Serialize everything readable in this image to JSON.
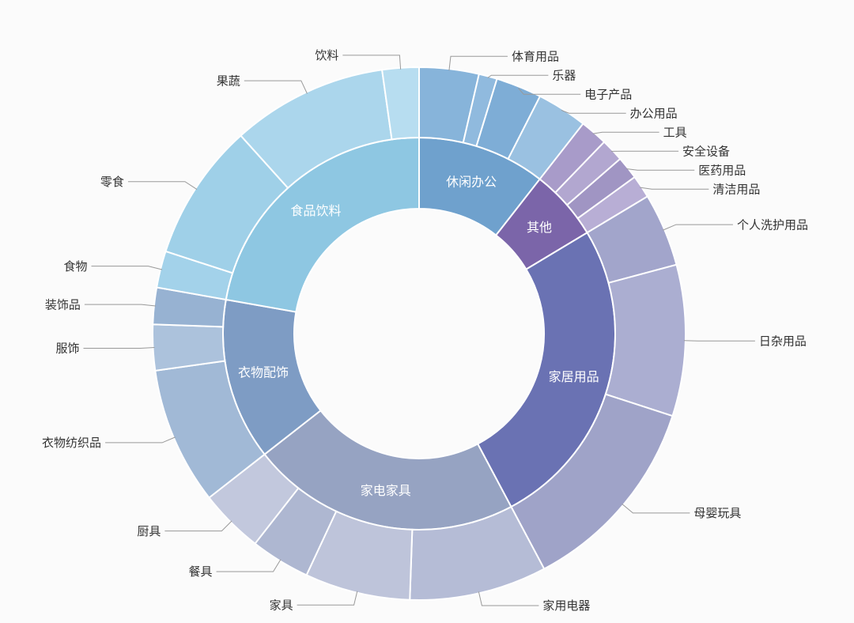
{
  "chart_data": {
    "type": "pie",
    "subtype": "sunburst-two-ring-donut",
    "title": "",
    "start_angle": 0,
    "clockwise": true,
    "value_unit": "degrees_of_arc_estimated",
    "categories": [
      {
        "name": "休闲办公",
        "color": "#6FA1CD",
        "children": [
          {
            "name": "体育用品",
            "value": 13,
            "color": "#87B4DA"
          },
          {
            "name": "乐器",
            "value": 4,
            "color": "#90BADE"
          },
          {
            "name": "电子产品",
            "value": 10,
            "color": "#7EADD6"
          },
          {
            "name": "办公用品",
            "value": 11,
            "color": "#9AC1E1"
          }
        ]
      },
      {
        "name": "其他",
        "color": "#7B65A9",
        "children": [
          {
            "name": "工具",
            "value": 6,
            "color": "#A89BC9"
          },
          {
            "name": "安全设备",
            "value": 5,
            "color": "#B2A7D0"
          },
          {
            "name": "医药用品",
            "value": 5,
            "color": "#A095C3"
          },
          {
            "name": "清洁用品",
            "value": 5,
            "color": "#B8AED5"
          }
        ]
      },
      {
        "name": "家居用品",
        "color": "#6A72B3",
        "children": [
          {
            "name": "个人洗护用品",
            "value": 16,
            "color": "#A2A5CB"
          },
          {
            "name": "日杂用品",
            "value": 33,
            "color": "#ABAED1"
          },
          {
            "name": "母婴玩具",
            "value": 44,
            "color": "#9FA3C8"
          }
        ]
      },
      {
        "name": "家电家具",
        "color": "#96A3C2",
        "children": [
          {
            "name": "家用电器",
            "value": 30,
            "color": "#B5BCD6"
          },
          {
            "name": "家具",
            "value": 23,
            "color": "#BEC4DA"
          },
          {
            "name": "餐具",
            "value": 13,
            "color": "#AEB7D1"
          },
          {
            "name": "厨具",
            "value": 14,
            "color": "#C2C8DD"
          }
        ]
      },
      {
        "name": "衣物配饰",
        "color": "#7E9CC4",
        "children": [
          {
            "name": "衣物纺织品",
            "value": 30,
            "color": "#A1B9D6"
          },
          {
            "name": "服饰",
            "value": 10,
            "color": "#ACC2DC"
          },
          {
            "name": "装饰品",
            "value": 8,
            "color": "#97B2D2"
          }
        ]
      },
      {
        "name": "食品饮料",
        "color": "#8EC7E2",
        "children": [
          {
            "name": "食物",
            "value": 8,
            "color": "#A3D2EA"
          },
          {
            "name": "零食",
            "value": 30,
            "color": "#9FD0E8"
          },
          {
            "name": "果蔬",
            "value": 34,
            "color": "#ABD6EC"
          },
          {
            "name": "饮料",
            "value": 8,
            "color": "#B7DDF0"
          }
        ]
      }
    ],
    "layout": {
      "background": "#FBFBFB",
      "inner_label_color": "#FFFFFF",
      "outer_label_color": "#333333",
      "leader_line_color": "#999999",
      "legend": "none",
      "grid": "off"
    }
  }
}
